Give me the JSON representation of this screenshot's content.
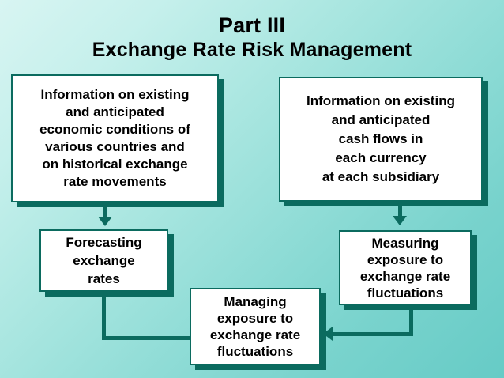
{
  "slide": {
    "title_line1": "Part III",
    "title_line2": "Exchange Rate Risk Management",
    "colors": {
      "box_border": "#0b6b5f",
      "box_fill": "#ffffff",
      "connector": "#0b6b5f",
      "background_light": "#d8f5f2",
      "background_dark": "#66cbc6",
      "text": "#000000"
    },
    "boxes": [
      {
        "id": "info-existing-economic",
        "text": "Information on existing\nand anticipated\neconomic conditions of\nvarious countries and\non historical exchange\nrate movements"
      },
      {
        "id": "info-existing-cash-flows",
        "text": "Information on existing\nand anticipated\ncash flows in\neach currency\nat each subsidiary"
      },
      {
        "id": "forecasting-exchange-rates",
        "text": "Forecasting\nexchange\nrates"
      },
      {
        "id": "measuring-exposure",
        "text": "Measuring\nexposure to\nexchange rate\nfluctuations"
      },
      {
        "id": "managing-exposure",
        "text": "Managing\nexposure to\nexchange rate\nfluctuations"
      }
    ]
  }
}
